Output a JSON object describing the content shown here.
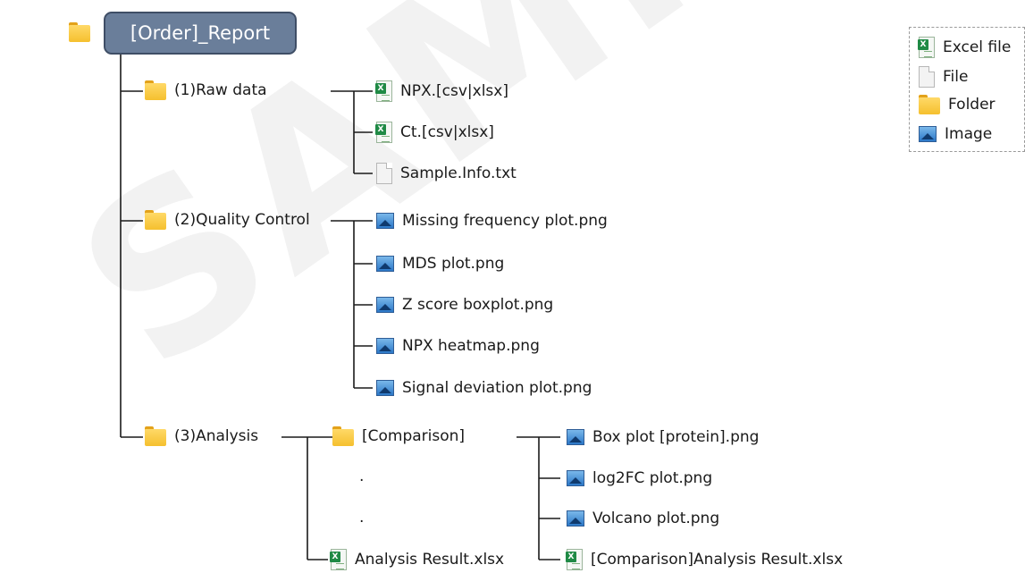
{
  "watermark": "SAMPLE",
  "root": {
    "label": "[Order]_Report"
  },
  "folders": {
    "raw": "(1)Raw data",
    "qc": "(2)Quality Control",
    "analysis": "(3)Analysis",
    "comparison": "[Comparison]"
  },
  "raw_files": [
    "NPX.[csv|xlsx]",
    "Ct.[csv|xlsx]",
    "Sample.Info.txt"
  ],
  "qc_files": [
    "Missing frequency plot.png",
    "MDS plot.png",
    "Z score boxplot.png",
    "NPX heatmap.png",
    "Signal deviation plot.png"
  ],
  "analysis_ellipsis": [
    ".",
    "."
  ],
  "analysis_result": "Analysis Result.xlsx",
  "comparison_files": [
    "Box plot [protein].png",
    "log2FC plot.png",
    "Volcano plot.png",
    "[Comparison]Analysis Result.xlsx"
  ],
  "legend": {
    "excel": "Excel file",
    "file": "File",
    "folder": "Folder",
    "image": "Image"
  },
  "colors": {
    "root_fill": "#6a7e9a",
    "root_border": "#3f4e66",
    "line": "#1a1a1a"
  }
}
